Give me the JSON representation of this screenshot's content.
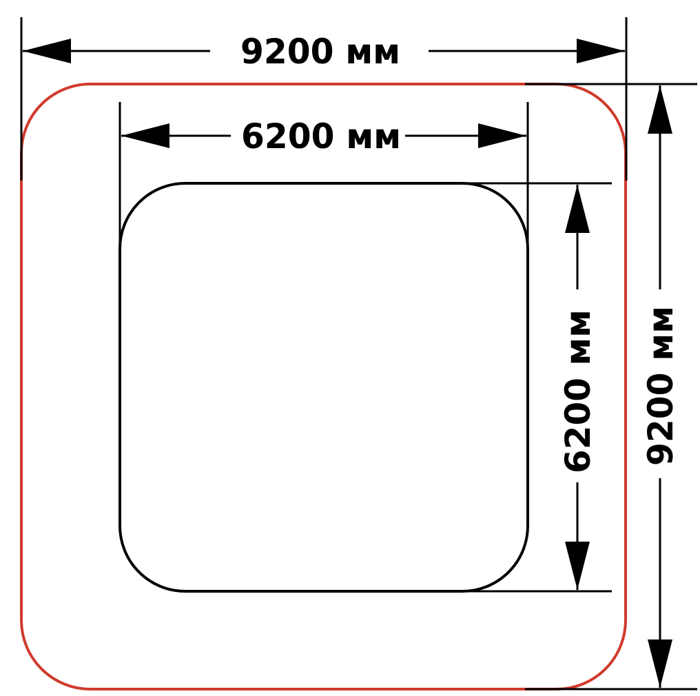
{
  "dimensions": {
    "outer_width_label": "9200 мм",
    "inner_width_label": "6200 мм",
    "inner_height_label": "6200 мм",
    "outer_height_label": "9200 мм"
  },
  "colors": {
    "outer_outline": "#d03a2c",
    "inner_outline": "#000000",
    "dimension_lines": "#000000"
  }
}
